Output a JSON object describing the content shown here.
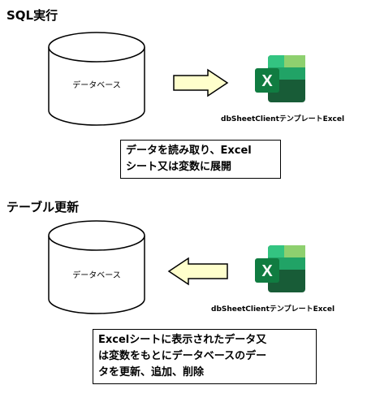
{
  "sections": [
    {
      "title": "SQL実行",
      "database_label": "データベース",
      "excel_label": "dbSheetClientテンプレートExcel",
      "arrow_direction": "right",
      "callout_lines": [
        "データを読み取り、Excel",
        "シート又は変数に展開"
      ]
    },
    {
      "title": "テーブル更新",
      "database_label": "データベース",
      "excel_label": "dbSheetClientテンプレートExcel",
      "arrow_direction": "left",
      "callout_lines": [
        "Excelシートに表示されたデータ又",
        "は変数をもとにデータベースのデー",
        "タを更新、追加、削除"
      ]
    }
  ],
  "excel_icon": {
    "name": "excel-icon",
    "letter": "X",
    "colors": {
      "dark": "#185C37",
      "mid": "#21A366",
      "light": "#33C481",
      "pale": "#8ED06F",
      "badge": "#107C41"
    }
  },
  "colors": {
    "arrow_fill": "#FFFFCC",
    "line": "#000000"
  }
}
